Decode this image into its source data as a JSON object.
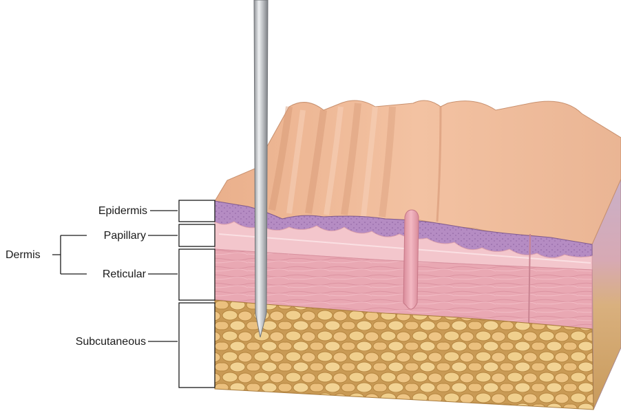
{
  "labels": {
    "epidermis": "Epidermis",
    "papillary": "Papillary",
    "dermis": "Dermis",
    "reticular": "Reticular",
    "subcutaneous": "Subcutaneous"
  },
  "colors": {
    "skin_surface": "#f0b896",
    "epidermis": "#b88fc4",
    "papillary": "#f2c4c9",
    "reticular": "#e9a6b2",
    "subcutaneous": "#dcb46e",
    "fat_lobule": "#f0cf8d",
    "needle": "#c7c9cc"
  }
}
